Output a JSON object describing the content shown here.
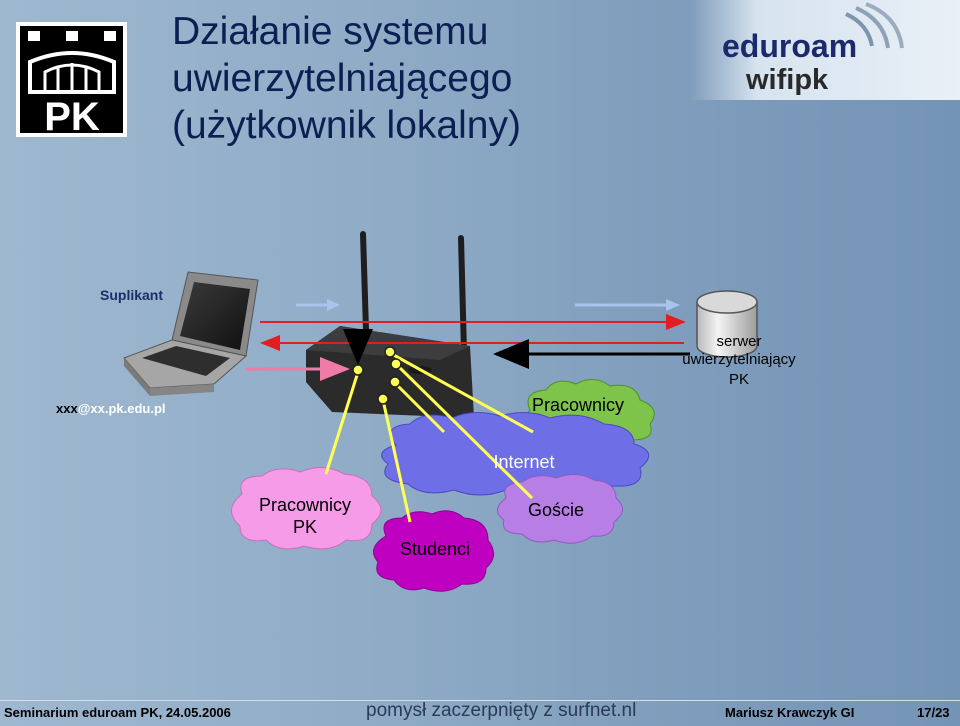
{
  "slide": {
    "title": "Działanie systemu uwierzytelniającego (użytkownik lokalny)",
    "brand_colors": {
      "title": "#0c1f52",
      "arrow_red": "#e02020",
      "arrow_pink": "#f07aa8",
      "arrow_blue": "#a8c4ec",
      "link_yellow": "#ffff55"
    }
  },
  "logos": {
    "pk_logo_text": "PK",
    "eduroam_line1": "eduroam",
    "wifipk_line2": "wifipk"
  },
  "diagram": {
    "supplicant_label": "Suplikant",
    "user_id_prefix": "xxx",
    "user_id_domain": "@xx.pk.edu.pl",
    "server_label": [
      "serwer",
      "uwierzytelniający",
      "PK"
    ],
    "clouds": {
      "internet": "Internet",
      "pracownicy_top": "Pracownicy",
      "pracownicy_pk": [
        "Pracownicy",
        "PK"
      ],
      "studenci": "Studenci",
      "goscie": "Goście"
    }
  },
  "footer": {
    "left": "Seminarium eduroam  PK, 24.05.2006",
    "middle": "pomysł zaczerpnięty z surfnet.nl",
    "author": "Mariusz Krawczyk GI",
    "page": "17/23"
  }
}
